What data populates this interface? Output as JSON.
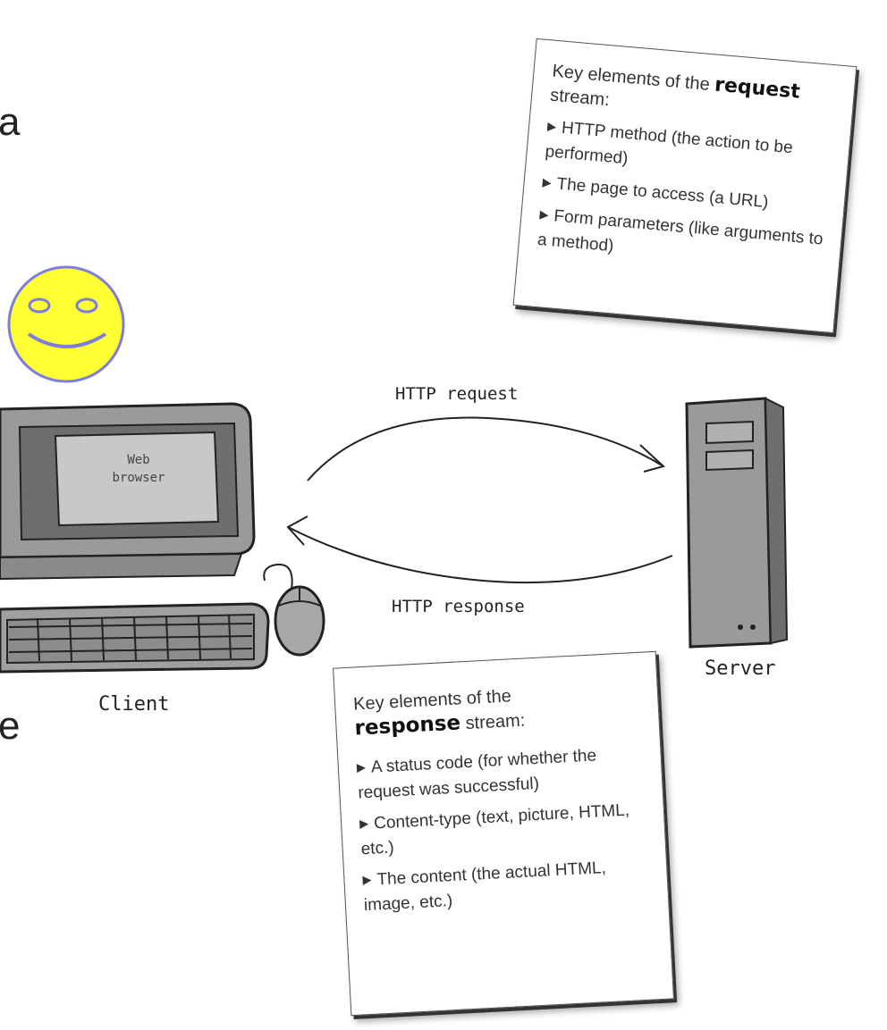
{
  "edge_text": {
    "top": "a",
    "bottom": "e"
  },
  "client": {
    "screen_line1": "Web",
    "screen_line2": "browser",
    "label": "Client"
  },
  "server": {
    "label": "Server"
  },
  "arrows": {
    "request_label": "HTTP request",
    "response_label": "HTTP response"
  },
  "request_card": {
    "intro": "Key elements of the ",
    "keyword": "request",
    "outro": " stream:",
    "items": [
      "HTTP method (the action to be performed)",
      "The page to access (a URL)",
      "Form parameters (like arguments to a method)"
    ]
  },
  "response_card": {
    "intro": "Key elements of the",
    "keyword": "response",
    "outro": " stream:",
    "items": [
      "A status code (for whether the request was successful)",
      "Content-type (text, picture, HTML, etc.)",
      "The content (the actual HTML, image, etc.)"
    ]
  },
  "colors": {
    "smiley_fill": "#ffff33",
    "smiley_stroke": "#7d7de0",
    "device_gray": "#9a9a9a",
    "screen_gray": "#c8c8c8"
  }
}
